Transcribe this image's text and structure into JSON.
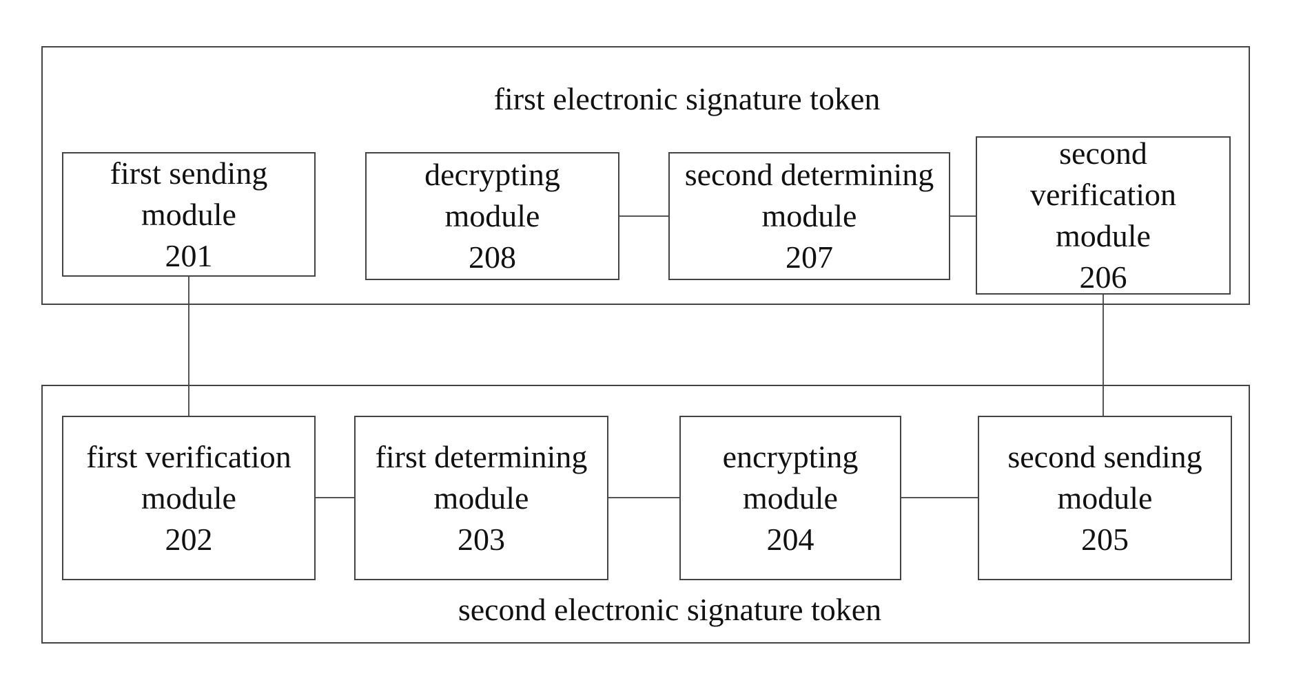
{
  "groups": {
    "first_token": {
      "title": "first electronic signature token"
    },
    "second_token": {
      "title": "second electronic signature token"
    }
  },
  "modules": {
    "m201": {
      "lines": [
        "first sending",
        "module"
      ],
      "id": "201"
    },
    "m208": {
      "lines": [
        "decrypting",
        "module"
      ],
      "id": "208"
    },
    "m207": {
      "lines": [
        "second determining",
        "module"
      ],
      "id": "207"
    },
    "m206": {
      "lines": [
        "second",
        "verification",
        "module"
      ],
      "id": "206"
    },
    "m202": {
      "lines": [
        "first verification",
        "module"
      ],
      "id": "202"
    },
    "m203": {
      "lines": [
        "first determining",
        "module"
      ],
      "id": "203"
    },
    "m204": {
      "lines": [
        "encrypting",
        "module"
      ],
      "id": "204"
    },
    "m205": {
      "lines": [
        "second sending",
        "module"
      ],
      "id": "205"
    }
  },
  "connections": [
    [
      "201",
      "202"
    ],
    [
      "208",
      "207"
    ],
    [
      "207",
      "206"
    ],
    [
      "206",
      "205"
    ],
    [
      "202",
      "203"
    ],
    [
      "203",
      "204"
    ],
    [
      "204",
      "205"
    ]
  ]
}
